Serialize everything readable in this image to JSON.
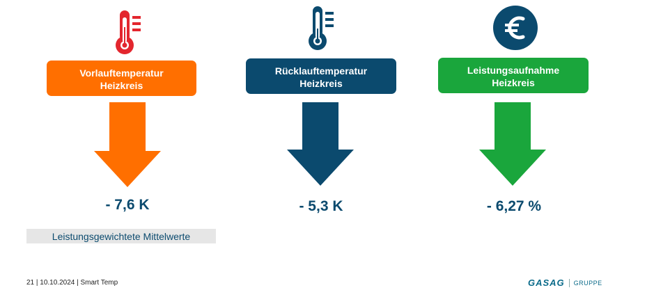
{
  "colors": {
    "orange": "#ff6f00",
    "navy": "#0b4a6e",
    "green": "#1aa63c",
    "red": "#e3262e"
  },
  "cards": [
    {
      "label_line1": "Vorlauftemperatur",
      "label_line2": "Heizkreis",
      "value": "- 7,6 K",
      "icon": "thermometer-hot-icon"
    },
    {
      "label_line1": "Rücklauftemperatur",
      "label_line2": "Heizkreis",
      "value": "- 5,3 K",
      "icon": "thermometer-icon"
    },
    {
      "label_line1": "Leistungsaufnahme",
      "label_line2": "Heizkreis",
      "value": "- 6,27 %",
      "icon": "euro-icon"
    }
  ],
  "legend_chip": "Leistungsgewichtete Mittelwerte",
  "footer": {
    "text": "21 | 10.10.2024 | Smart Temp",
    "logo_word": "GASAG",
    "logo_sub": "GRUPPE"
  }
}
